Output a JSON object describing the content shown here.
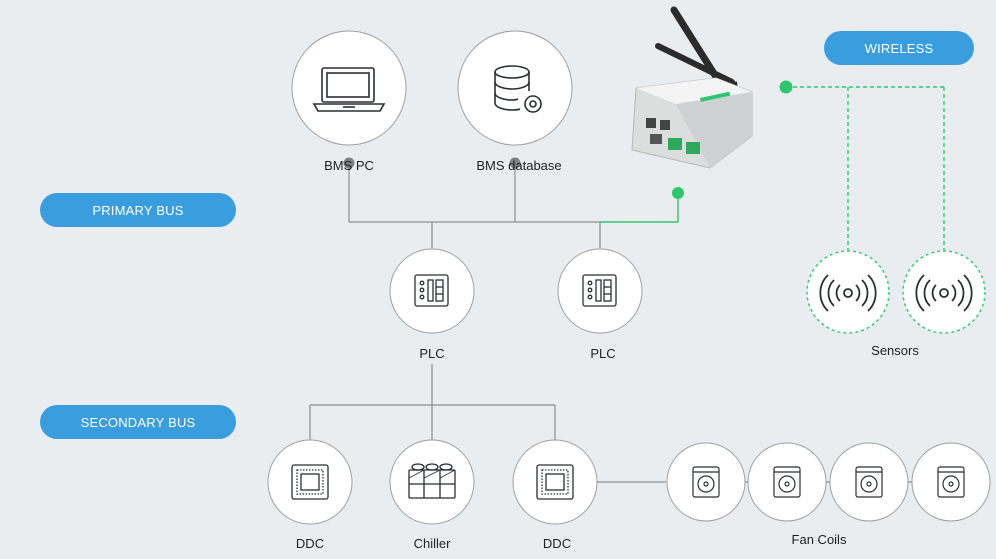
{
  "labels": {
    "wireless": "WIRELESS",
    "primary_bus": "PRIMARY BUS",
    "secondary_bus": "SECONDARY BUS",
    "bms_pc": "BMS PC",
    "bms_database": "BMS database",
    "plc_left": "PLC",
    "plc_right": "PLC",
    "sensors": "Sensors",
    "ddc_left": "DDC",
    "chiller": "Chiller",
    "ddc_right": "DDC",
    "fan_coils": "Fan Coils"
  },
  "colors": {
    "background": "#e9edf0",
    "accent_blue": "#3a9ddd",
    "wireless_green": "#2ec770",
    "line_gray": "#8a8f93",
    "node_fill": "#ffffff",
    "node_stroke": "#9aa0a4"
  },
  "icons": {
    "bms_pc": "laptop-icon",
    "bms_database": "database-gear-icon",
    "gateway": "wireless-gateway-device",
    "plc": "plc-controller-icon",
    "ddc": "ddc-controller-icon",
    "chiller": "chiller-icon",
    "fan_coil": "fan-coil-icon",
    "sensor": "wireless-sensor-icon"
  }
}
